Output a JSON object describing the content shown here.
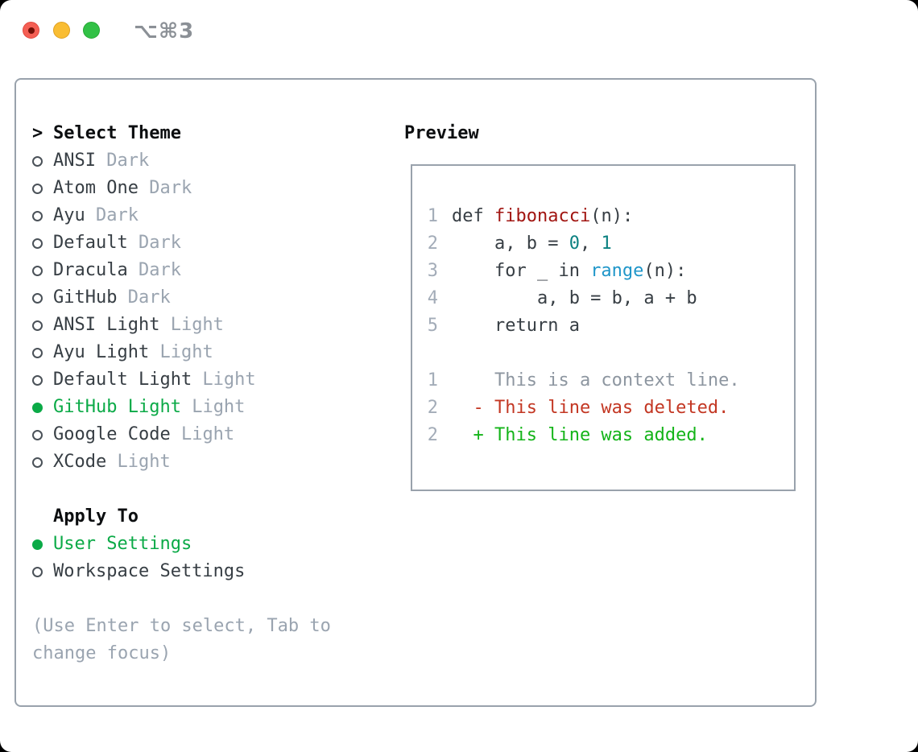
{
  "window": {
    "title": "⌥⌘3",
    "traffic_lights": [
      "close",
      "minimize",
      "zoom"
    ]
  },
  "icons": {
    "prompt": ">",
    "radio_off": "radio-unselected-circle",
    "radio_on": "radio-selected-dot"
  },
  "theme_list": {
    "header": "Select Theme",
    "items": [
      {
        "name": "ANSI",
        "variant": "Dark",
        "selected": false
      },
      {
        "name": "Atom One",
        "variant": "Dark",
        "selected": false
      },
      {
        "name": "Ayu",
        "variant": "Dark",
        "selected": false
      },
      {
        "name": "Default",
        "variant": "Dark",
        "selected": false
      },
      {
        "name": "Dracula",
        "variant": "Dark",
        "selected": false
      },
      {
        "name": "GitHub",
        "variant": "Dark",
        "selected": false
      },
      {
        "name": "ANSI Light",
        "variant": "Light",
        "selected": false
      },
      {
        "name": "Ayu Light",
        "variant": "Light",
        "selected": false
      },
      {
        "name": "Default Light",
        "variant": "Light",
        "selected": false
      },
      {
        "name": "GitHub Light",
        "variant": "Light",
        "selected": true
      },
      {
        "name": "Google Code",
        "variant": "Light",
        "selected": false
      },
      {
        "name": "XCode",
        "variant": "Light",
        "selected": false
      }
    ]
  },
  "apply_to": {
    "header": "Apply To",
    "options": [
      {
        "label": "User Settings",
        "selected": true
      },
      {
        "label": "Workspace Settings",
        "selected": false
      }
    ]
  },
  "hint": "(Use Enter to select, Tab to change focus)",
  "preview": {
    "header": "Preview",
    "code_lines": [
      {
        "num": "1",
        "tokens": [
          {
            "t": "def ",
            "c": "code"
          },
          {
            "t": "fibonacci",
            "c": "func"
          },
          {
            "t": "(n):",
            "c": "code"
          }
        ]
      },
      {
        "num": "2",
        "tokens": [
          {
            "t": "    a, b = ",
            "c": "code"
          },
          {
            "t": "0",
            "c": "num"
          },
          {
            "t": ", ",
            "c": "code"
          },
          {
            "t": "1",
            "c": "num"
          }
        ]
      },
      {
        "num": "3",
        "tokens": [
          {
            "t": "    for _ in ",
            "c": "code"
          },
          {
            "t": "range",
            "c": "builtin"
          },
          {
            "t": "(n):",
            "c": "code"
          }
        ]
      },
      {
        "num": "4",
        "tokens": [
          {
            "t": "        a, b = b, a + b",
            "c": "code"
          }
        ]
      },
      {
        "num": "5",
        "tokens": [
          {
            "t": "    return a",
            "c": "code"
          }
        ]
      },
      {
        "num": "",
        "tokens": []
      },
      {
        "num": "1",
        "tokens": [
          {
            "t": "    This is a context line.",
            "c": "context"
          }
        ]
      },
      {
        "num": "2",
        "tokens": [
          {
            "t": "  - This line was deleted.",
            "c": "deleted"
          }
        ]
      },
      {
        "num": "2",
        "tokens": [
          {
            "t": "  + This line was added.",
            "c": "added"
          }
        ]
      }
    ]
  },
  "colors": {
    "selected_green": "#0baa47",
    "added_green": "#14b419",
    "deleted_red": "#c33723",
    "function_red": "#a11511",
    "number_teal": "#0c8181",
    "builtin_blue": "#1f96c9",
    "muted_gray": "#9aa4b0",
    "border_gray": "#99a2ac",
    "traffic_red": "#f45f54",
    "traffic_yellow": "#f9bd33",
    "traffic_green": "#32c146"
  }
}
